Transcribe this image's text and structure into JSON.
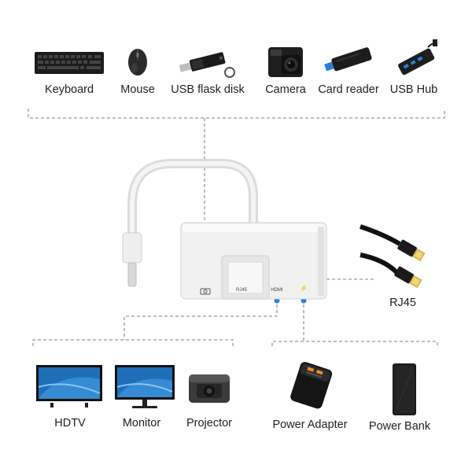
{
  "top_devices": [
    {
      "label": "Keyboard",
      "icon": "keyboard-icon"
    },
    {
      "label": "Mouse",
      "icon": "mouse-icon"
    },
    {
      "label": "USB flask disk",
      "icon": "usb-flash-disk-icon"
    },
    {
      "label": "Camera",
      "icon": "camera-icon"
    },
    {
      "label": "Card reader",
      "icon": "card-reader-icon"
    },
    {
      "label": "USB Hub",
      "icon": "usb-hub-icon"
    }
  ],
  "adapter": {
    "ports": {
      "rj45": "RJ45",
      "hdmi": "HDMI",
      "power": "⚡"
    }
  },
  "cable": {
    "label": "RJ45",
    "icon": "ethernet-cable-icon"
  },
  "bottom_left_devices": [
    {
      "label": "HDTV",
      "icon": "tv-icon"
    },
    {
      "label": "Monitor",
      "icon": "monitor-icon"
    },
    {
      "label": "Projector",
      "icon": "projector-icon"
    }
  ],
  "bottom_right_devices": [
    {
      "label": "Power Adapter",
      "icon": "power-adapter-icon"
    },
    {
      "label": "Power Bank",
      "icon": "power-bank-icon"
    }
  ],
  "colors": {
    "accent": "#2b7fd4",
    "line": "#9a9a9a",
    "device": "#1c1c1c",
    "screen": "#1f6fb8"
  }
}
